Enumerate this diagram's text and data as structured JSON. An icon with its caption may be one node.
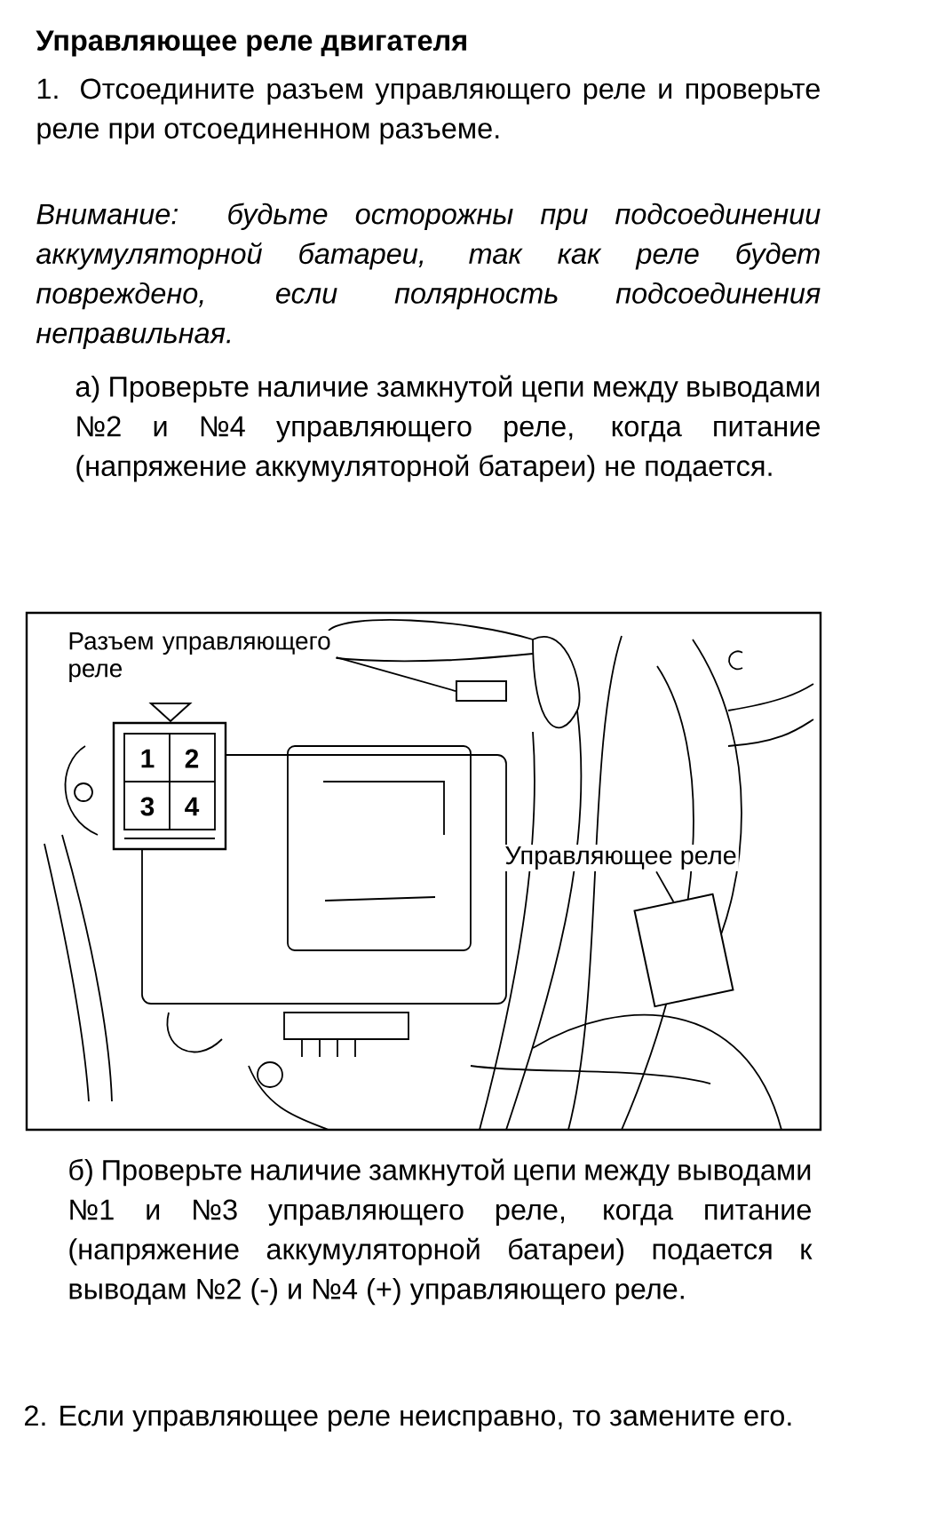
{
  "diagram": {
    "title": "Управляющее реле двигателя",
    "nodes": [
      {
        "text": [
          "Разъем управляющего реле"
        ]
      },
      {
        "text": [],
        "shape": "box"
      },
      {
        "text": [
          "Управляющее реле"
        ]
      },
      {
        "text": [],
        "shape": "box"
      }
    ],
    "edges": [
      {
        "from": 0,
        "to": 1,
        "arrow": "none"
      },
      {
        "from": 2,
        "to": 3,
        "arrow": "none"
      }
    ],
    "labels": [
      "1. Отсоедините разъем управляющего реле и проверьте реле при отсоединенном разъеме.",
      "Внимание: будьте осторожны при подсоединении аккумуляторной батареи, так как реле будет повреждено, если полярность подсоединения неправильная.",
      "а) Проверьте наличие замкнутой цепи между выводами №2 и №4 управляющего реле, когда питание (напряжение аккумуляторной батареи) не подается.",
      "1",
      "2",
      "3",
      "4",
      "б) Проверьте наличие замкнутой цепи между выводами №1 и №3 управляющего реле, когда питание (напряжение аккумуляторной батареи) подается к выводам №2 (-) и №4 (+) управляющего реле.",
      "2. Если управляющее реле неисправно, то замените его."
    ]
  }
}
